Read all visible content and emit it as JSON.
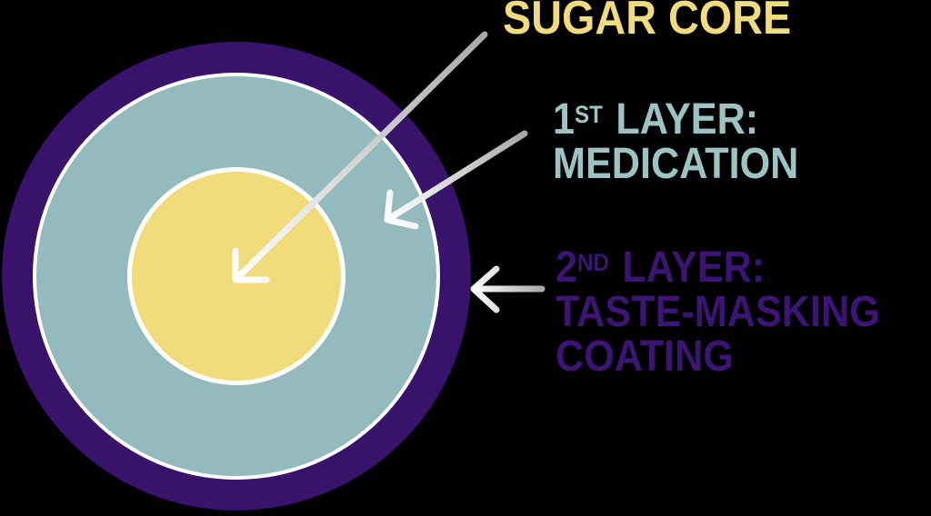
{
  "colors": {
    "background": "#000000",
    "coating_layer": "#38126b",
    "medication_layer": "#93bbbd",
    "sugar_core": "#f0dc7b",
    "ring_separator": "#ffffff",
    "label_sugar": "#f0db7e",
    "label_medication": "#9dc3c4",
    "label_coating": "#3b1474",
    "arrow_start": "#a9a9ab",
    "arrow_tip": "#ffffff"
  },
  "labels": {
    "sugar_core": {
      "text": "SUGAR CORE"
    },
    "layer1": {
      "ordinal": "1",
      "ordinal_suffix": "ST",
      "rest": " LAYER:",
      "line2": "MEDICATION"
    },
    "layer2": {
      "ordinal": "2",
      "ordinal_suffix": "ND",
      "rest": " LAYER:",
      "line2": "TASTE-MASKING",
      "line3": "COATING"
    }
  }
}
